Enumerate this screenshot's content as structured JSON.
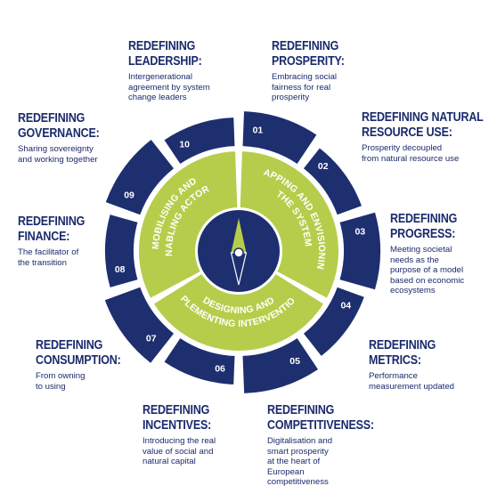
{
  "colors": {
    "navy": "#1d2f6f",
    "green": "#b6cd4b",
    "white": "#ffffff",
    "text": "#1a2a6c"
  },
  "center_icon": "compass-icon",
  "sectors": [
    "MAPPING AND ENVISIONING THE SYSTEM",
    "DESIGNING AND IMPLEMENTING INTERVENTIONS",
    "MOBILISING AND ENABLING ACTORS"
  ],
  "segments": [
    "01",
    "02",
    "03",
    "04",
    "05",
    "06",
    "07",
    "08",
    "09",
    "10"
  ],
  "items": [
    {
      "title": [
        "REDEFINING",
        "PROSPERITY:"
      ],
      "desc": [
        "Embracing social",
        "fairness for real",
        "prosperity"
      ]
    },
    {
      "title": [
        "REDEFINING NATURAL",
        "RESOURCE USE:"
      ],
      "desc": [
        "Prosperity decoupled",
        "from natural resource use"
      ]
    },
    {
      "title": [
        "REDEFINING",
        "PROGRESS:"
      ],
      "desc": [
        "Meeting societal",
        "needs as the",
        "purpose of a model",
        "based on economic",
        "ecosystems"
      ]
    },
    {
      "title": [
        "REDEFINING",
        "METRICS:"
      ],
      "desc": [
        "Performance",
        "measurement updated"
      ]
    },
    {
      "title": [
        "REDEFINING",
        "COMPETITIVENESS:"
      ],
      "desc": [
        "Digitalisation and",
        "smart prosperity",
        "at the heart of",
        "European",
        "competitiveness"
      ]
    },
    {
      "title": [
        "REDEFINING",
        "INCENTIVES:"
      ],
      "desc": [
        "Introducing the real",
        "value of social and",
        "natural capital"
      ]
    },
    {
      "title": [
        "REDEFINING",
        "CONSUMPTION:"
      ],
      "desc": [
        "From owning",
        "to using"
      ]
    },
    {
      "title": [
        "REDEFINING",
        "FINANCE:"
      ],
      "desc": [
        "The facilitator of",
        "the transition"
      ]
    },
    {
      "title": [
        "REDEFINING",
        "GOVERNANCE:"
      ],
      "desc": [
        "Sharing sovereignty",
        "and working together"
      ]
    },
    {
      "title": [
        "REDEFINING",
        "LEADERSHIP:"
      ],
      "desc": [
        "Intergenerational",
        "agreement by system",
        "change leaders"
      ]
    }
  ]
}
